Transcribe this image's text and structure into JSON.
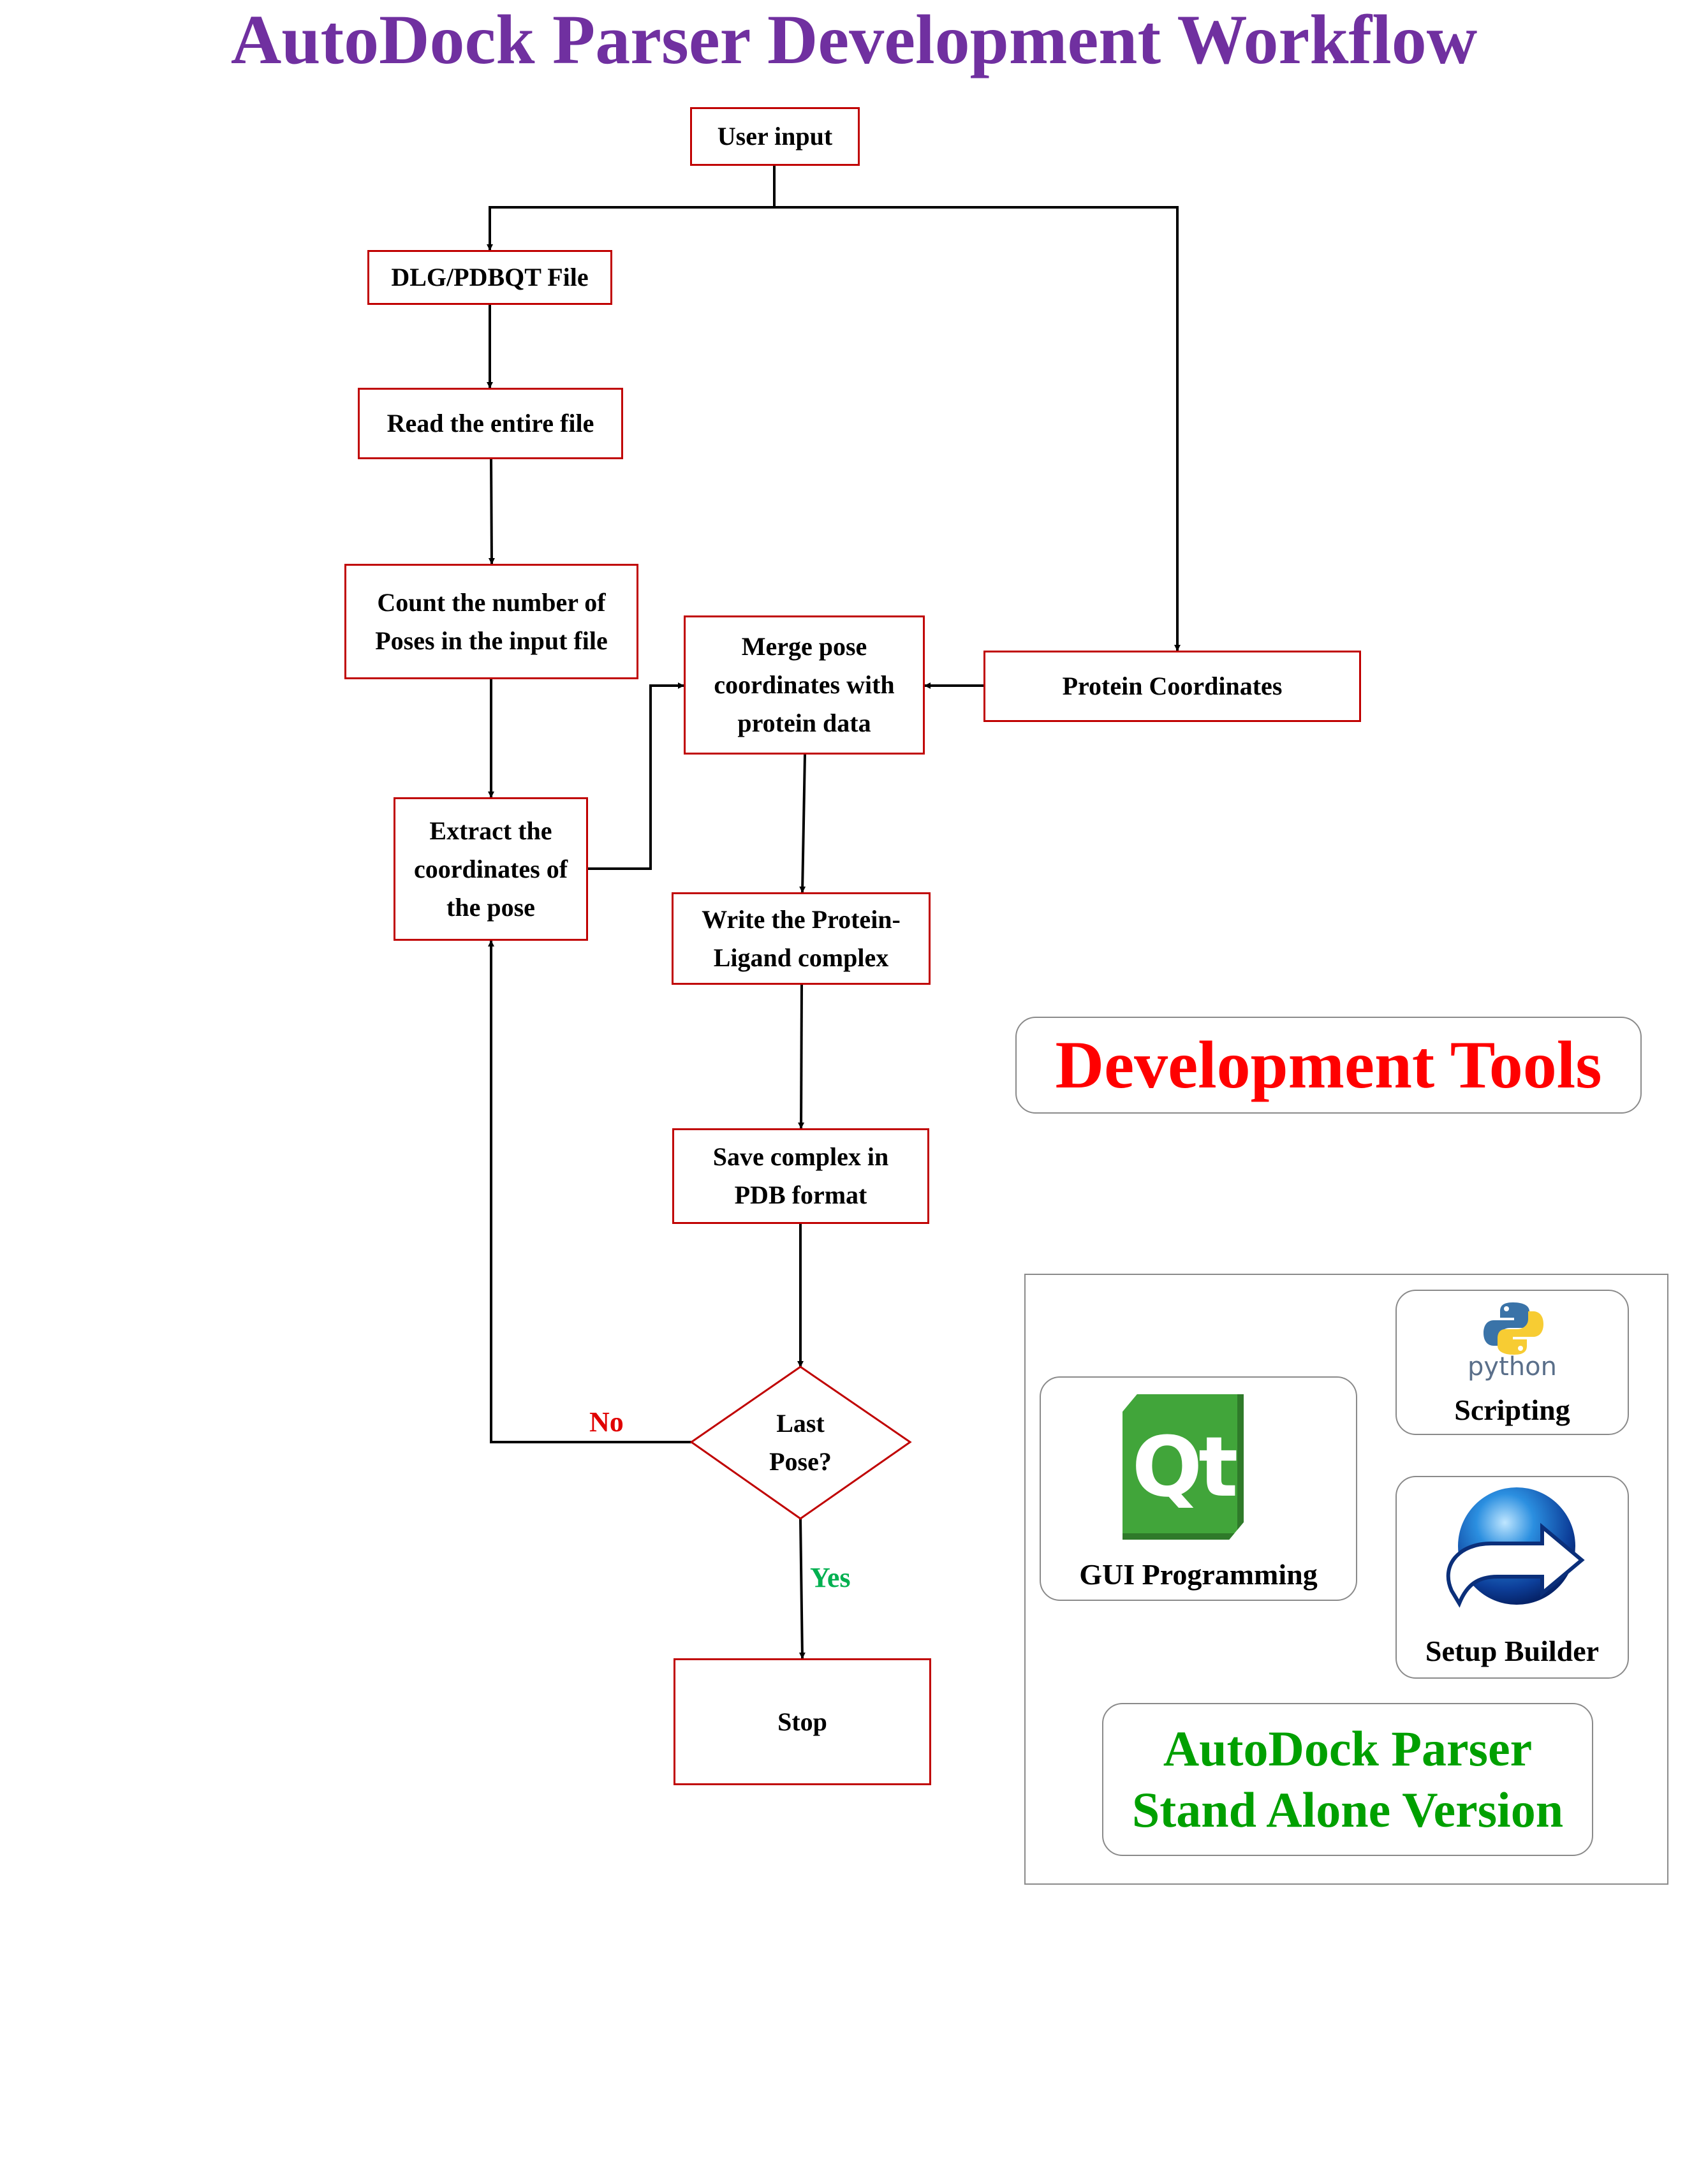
{
  "title": "AutoDock Parser Development Workflow",
  "flowchart": {
    "nodes": {
      "user_input": "User input",
      "dlg_file": "DLG/PDBQT File",
      "read_file": "Read the entire file",
      "count_poses": "Count the number of\nPoses in the input file",
      "extract_coords": "Extract the\ncoordinates of\nthe pose",
      "merge": "Merge pose\ncoordinates with\nprotein data",
      "protein_coords": "Protein Coordinates",
      "write_complex": "Write the Protein-\nLigand complex",
      "save_pdb": "Save complex in\nPDB format",
      "decision": "Last\nPose?",
      "stop": "Stop"
    },
    "edge_labels": {
      "no": "No",
      "yes": "Yes"
    },
    "colors": {
      "box_border": "#c00000",
      "no_label": "#e00000",
      "yes_label": "#00b050",
      "title": "#7030a0"
    }
  },
  "dev_tools": {
    "title": "Development Tools",
    "cards": {
      "scripting": {
        "icon": "python-logo-icon",
        "logo_text": "python",
        "label": "Scripting"
      },
      "gui": {
        "icon": "qt-logo-icon",
        "logo_text": "Qt",
        "label": "GUI Programming"
      },
      "setup": {
        "icon": "setup-builder-globe-icon",
        "label": "Setup Builder"
      }
    },
    "standalone": "AutoDock Parser\nStand Alone Version"
  }
}
